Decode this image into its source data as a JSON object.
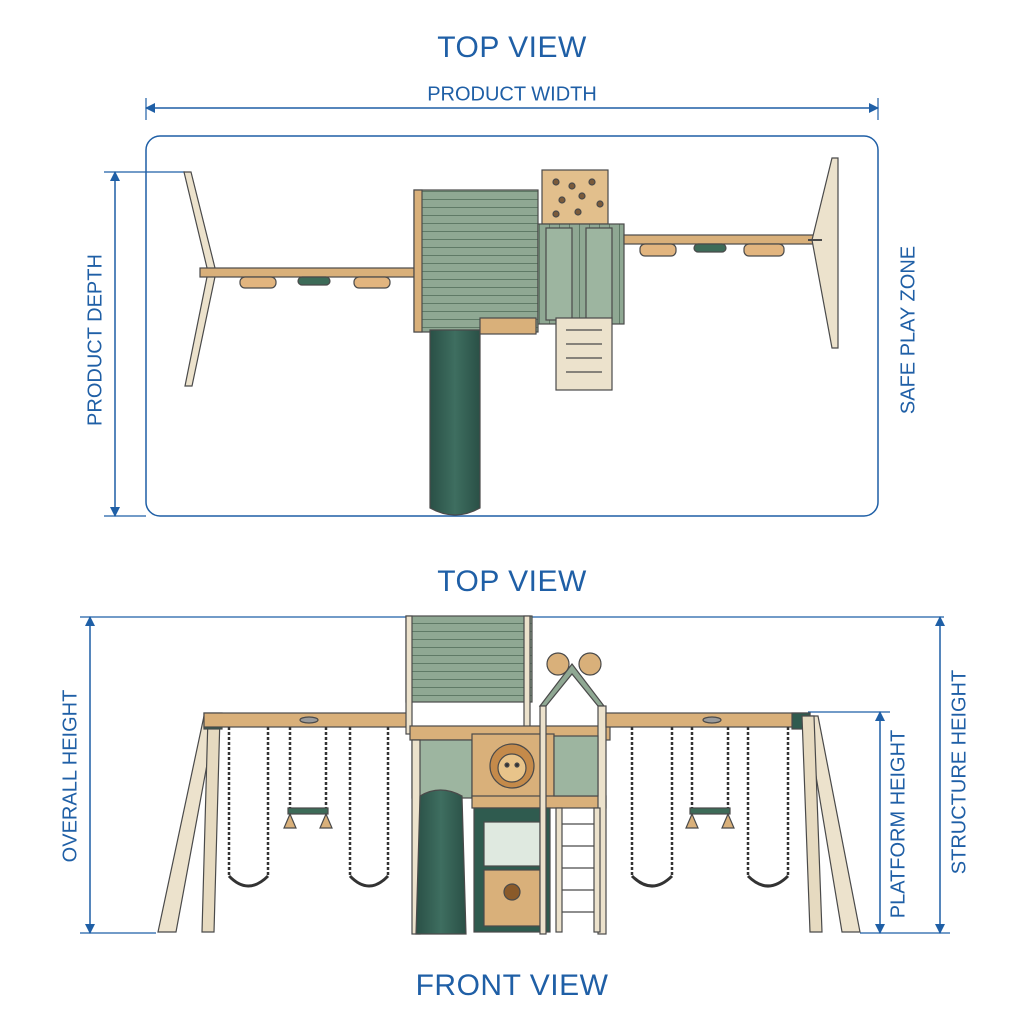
{
  "labels": {
    "top_title": "TOP VIEW",
    "product_width": "PRODUCT WIDTH",
    "product_depth": "PRODUCT DEPTH",
    "safe_play_zone": "SAFE PLAY ZONE",
    "middle_title": "TOP VIEW",
    "overall_height": "OVERALL HEIGHT",
    "platform_height": "PLATFORM HEIGHT",
    "structure_height": "STRUCTURE HEIGHT",
    "bottom_title": "FRONT VIEW"
  },
  "colors": {
    "dimension_blue": "#1f5fa6",
    "roof_green": "#8fa893",
    "slide_green": "#2f5b4f",
    "wood_tan": "#d9b07a",
    "post_cream": "#ece2cc",
    "outline": "#4a4a4a"
  }
}
